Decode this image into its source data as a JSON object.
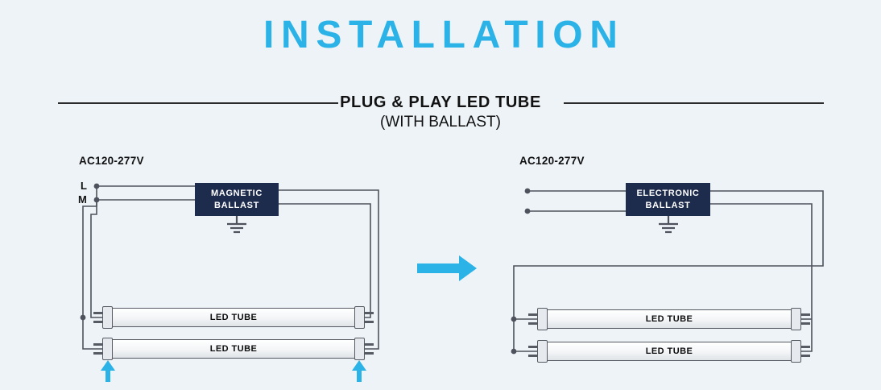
{
  "page": {
    "title": "INSTALLATION",
    "subtitle": "PLUG & PLAY LED TUBE",
    "subtitle_note": "(WITH BALLAST)"
  },
  "left_diagram": {
    "voltage": "AC120-277V",
    "line_terminal": "L",
    "neutral_terminal": "M",
    "ballast": [
      "MAGNETIC",
      "BALLAST"
    ],
    "tubes": [
      "LED TUBE",
      "LED TUBE"
    ]
  },
  "right_diagram": {
    "voltage": "AC120-277V",
    "ballast": [
      "ELECTRONIC",
      "BALLAST"
    ],
    "tubes": [
      "LED TUBE",
      "LED TUBE"
    ]
  },
  "icons": {
    "transform_arrow": "right-arrow",
    "tube_input_arrow": "up-arrow",
    "ground": "earth-ground-symbol"
  },
  "colors": {
    "accent": "#2bb2e6",
    "ballast_bg": "#1d2b4d",
    "wire": "#4d525c",
    "background": "#eef3f8",
    "text": "#111111"
  }
}
